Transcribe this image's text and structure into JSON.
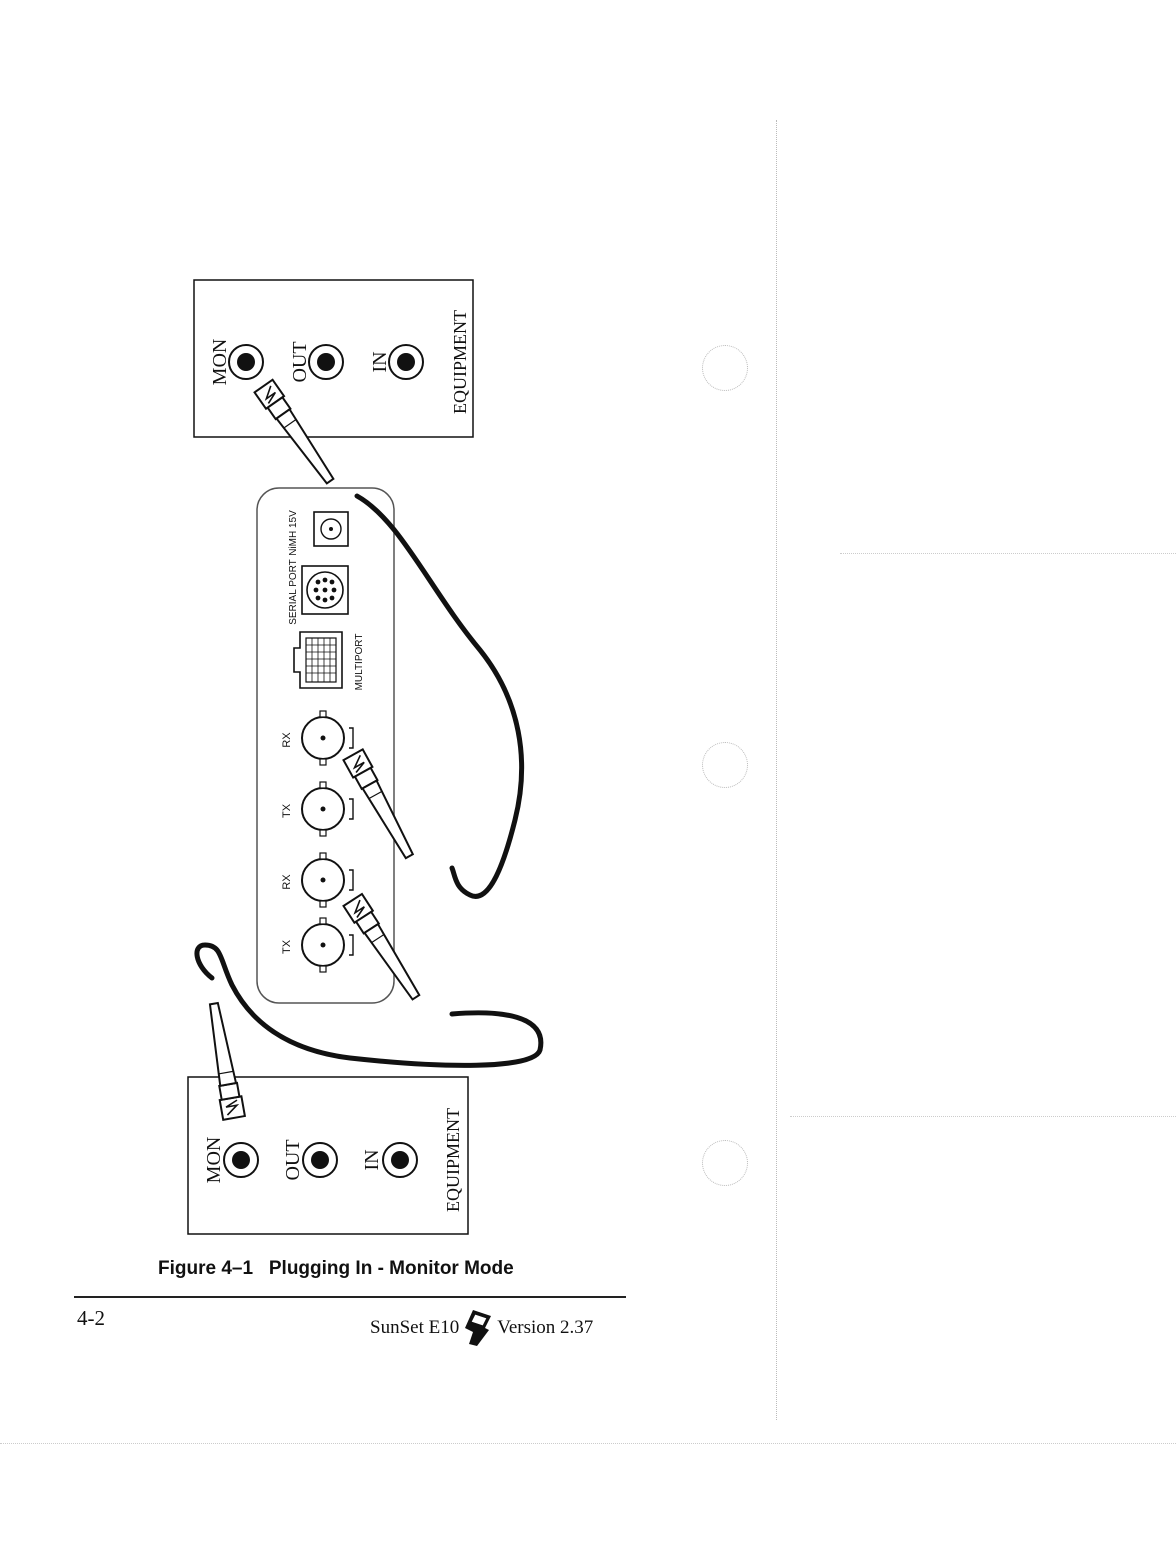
{
  "labels": {
    "equipment_top": "EQUIPMENT",
    "equipment_bottom": "EQUIPMENT",
    "mon": "MON",
    "out": "OUT",
    "in": "IN",
    "serial_port": "SERIAL PORT",
    "power": "NiMH 15V",
    "multiport": "MULTIPORT",
    "tx": "TX",
    "rx": "RX"
  },
  "caption": "Figure 4–1   Plugging In - Monitor Mode",
  "page_number": "4-2",
  "footer": {
    "product": "SunSet E10",
    "version": "Version 2.37",
    "logo_icon": "sunset-handset-icon"
  }
}
